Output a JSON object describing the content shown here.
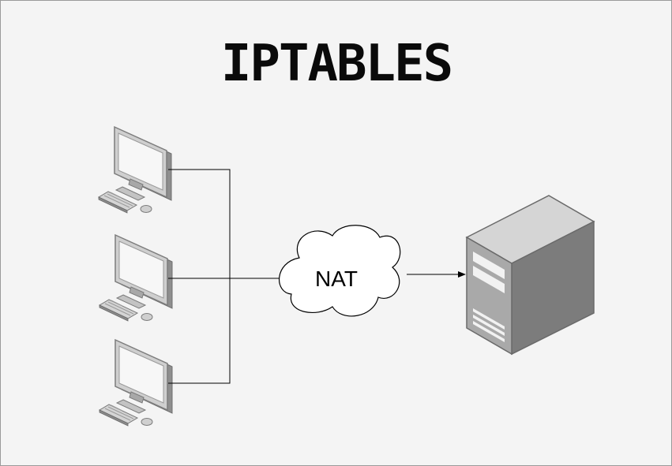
{
  "title": "IPTABLES",
  "nat_node": {
    "label": "NAT",
    "shape": "cloud"
  },
  "client_nodes": [
    {
      "icon": "desktop-computer-icon"
    },
    {
      "icon": "desktop-computer-icon"
    },
    {
      "icon": "desktop-computer-icon"
    }
  ],
  "server_node": {
    "icon": "server-tower-icon"
  },
  "edges": [
    {
      "from": "client-1",
      "to": "nat"
    },
    {
      "from": "client-2",
      "to": "nat"
    },
    {
      "from": "client-3",
      "to": "nat"
    },
    {
      "from": "nat",
      "to": "server"
    }
  ],
  "colors": {
    "background": "#f4f4f4",
    "line": "#000000",
    "device_light": "#d6d6d6",
    "device_mid": "#a9a9a9",
    "device_dark": "#7a7a7a",
    "screen": "#f7f7f7"
  }
}
